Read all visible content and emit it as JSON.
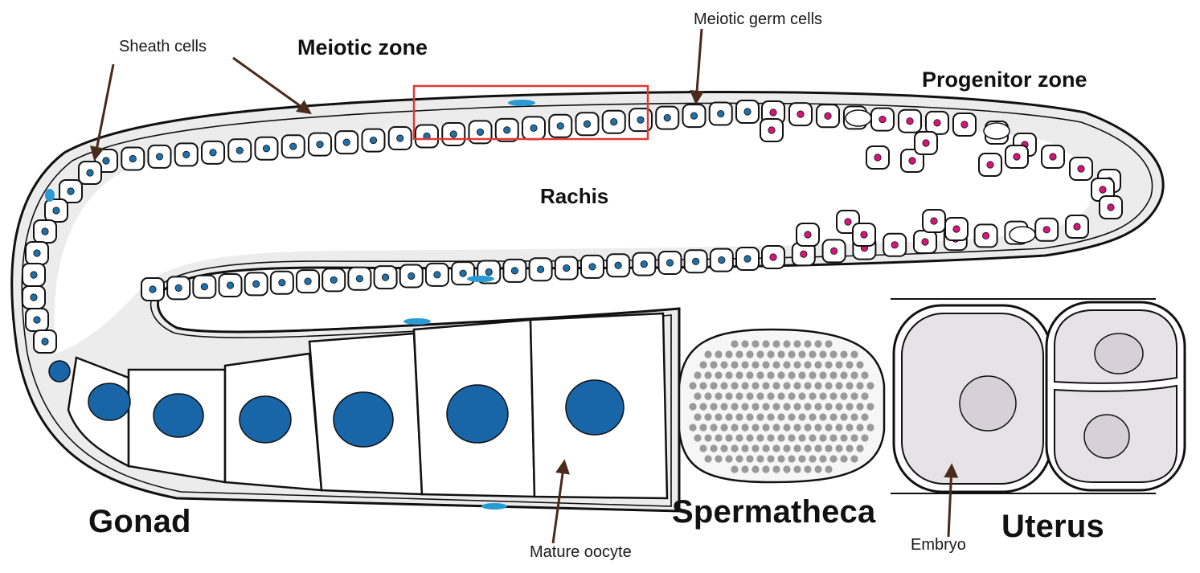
{
  "labels": {
    "sheath_cells": "Sheath cells",
    "meiotic_zone": "Meiotic zone",
    "meiotic_germ_cells": "Meiotic germ cells",
    "progenitor_zone": "Progenitor zone",
    "rachis": "Rachis",
    "gonad": "Gonad",
    "spermatheca": "Spermatheca",
    "uterus": "Uterus",
    "mature_oocyte": "Mature oocyte",
    "embryo": "Embryo"
  },
  "colors": {
    "meiotic_nucleus": "#1f6fa8",
    "progenitor_nucleus": "#d6157a",
    "oocyte_nucleus": "#1865a8",
    "sheath_nucleus": "#2a9ad4",
    "sperm": "#9a9a9a",
    "highlight_box": "#e03a32",
    "arrow": "#4a2a1a",
    "tube_fill": "#ececec",
    "embryo_fill": "#e6e3e6",
    "embryo_nucleus": "#d8d0d8",
    "outline": "#111111"
  }
}
